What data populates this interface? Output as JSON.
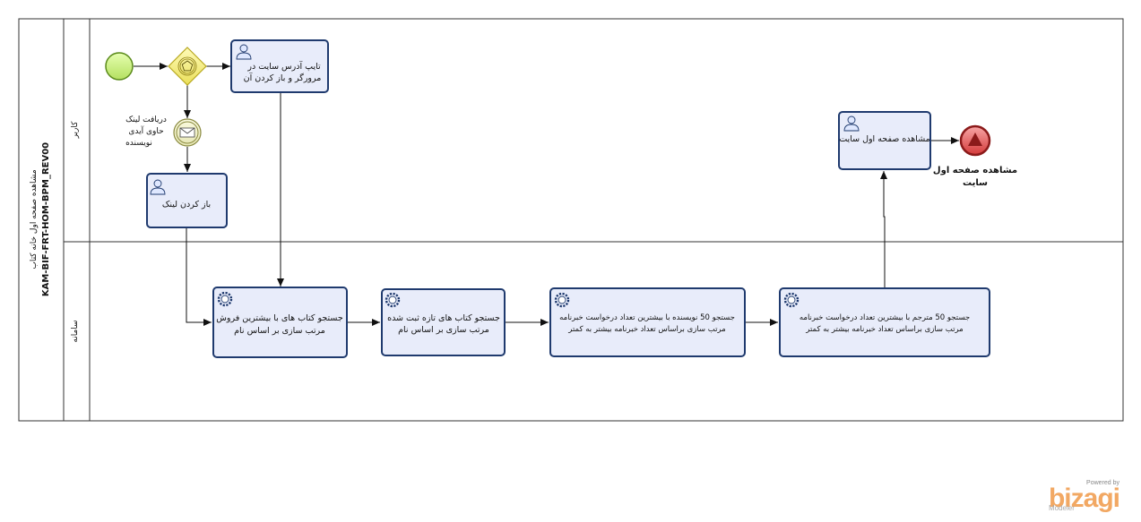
{
  "pool": {
    "title_line1": "مشاهده صفحه اول خانه کتاب",
    "title_line2": "KAM-BIF-FRT-HOM-BPM_REV00"
  },
  "lanes": {
    "user": "کاربر",
    "system": "سامانه"
  },
  "tasks": {
    "type_address": [
      "تایپ آدرس سایت در",
      "مرورگر و باز کردن آن"
    ],
    "open_link": [
      "باز کردن لینک"
    ],
    "view_home": [
      "مشاهده صفحه اول سایت"
    ],
    "search_bestsellers": [
      "جستجو کتاب های با بیشترین فروش",
      "مرتب سازی بر اساس نام"
    ],
    "search_new_books": [
      "جستجو کتاب های تازه ثبت شده",
      "مرتب سازی بر اساس نام"
    ],
    "search_authors": [
      "جستجو 50 نویسنده با بیشترین تعداد درخواست خبرنامه",
      "مرتب سازی براساس تعداد خبرنامه بیشتر به کمتر"
    ],
    "search_translators": [
      "جستجو 50 مترجم با بیشترین تعداد درخواست خبرنامه",
      "مرتب سازی براساس تعداد خبرنامه بیشتر به کمتر"
    ]
  },
  "events": {
    "message_label": [
      "دریافت لینک",
      "حاوی آیدی",
      "نویسنده"
    ],
    "end_label": [
      "مشاهده صفحه اول",
      "سایت"
    ]
  },
  "branding": {
    "powered": "Powered by",
    "logo": "bizagi",
    "modeler": "Modeler"
  },
  "colors": {
    "task_fill": "#e8ecfa",
    "task_stroke": "#1f3a6e",
    "start_fill": "#c6f07a",
    "start_stroke": "#5a8a1a",
    "gateway_fill": "#f5f08a",
    "gateway_stroke": "#b8a820",
    "end_fill": "#e05050",
    "end_stroke": "#8b1a1a",
    "brand": "#f2a863"
  }
}
